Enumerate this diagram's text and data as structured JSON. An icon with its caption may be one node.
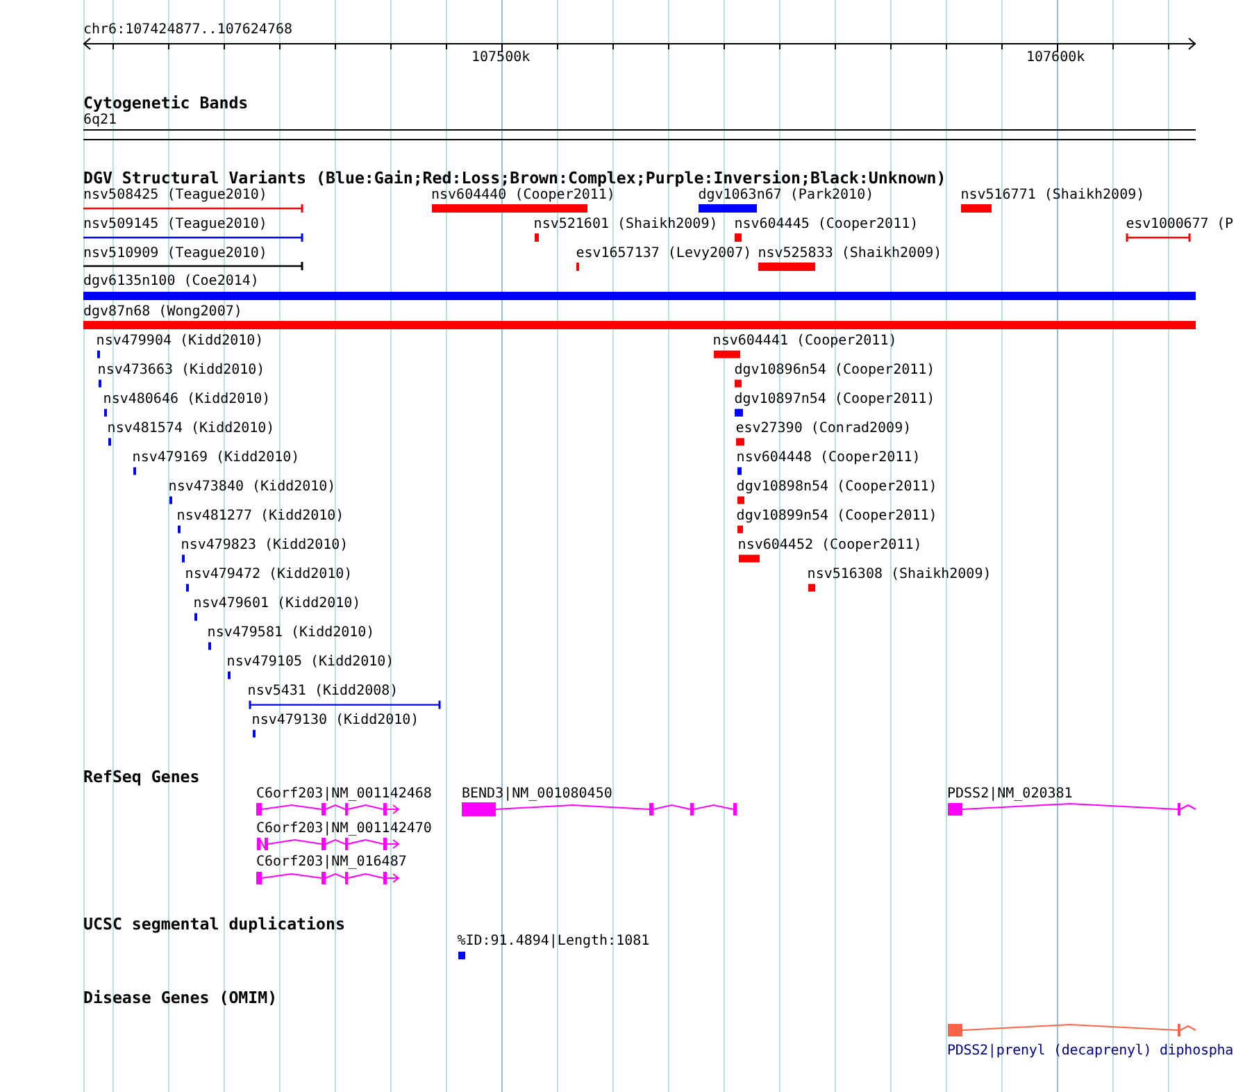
{
  "diagram": {
    "labels": [
      "chr6:107424877..107624768",
      "107500k",
      "107600k",
      "Cytogenetic Bands",
      "6q21",
      "DGV Structural Variants (Blue:Gain;Red:Loss;Brown:Complex;Purple:Inversion;Black:Unknown)",
      "nsv508425 (Teague2010)",
      "nsv604440 (Cooper2011)",
      "dgv1063n67 (Park2010)",
      "nsv516771 (Shaikh2009)",
      "nsv509145 (Teague2010)",
      "nsv521601 (Shaikh2009)",
      "nsv604445 (Cooper2011)",
      "esv1000677 (P",
      "nsv510909 (Teague2010)",
      "esv1657137 (Levy2007)",
      "nsv525833 (Shaikh2009)",
      "dgv6135n100 (Coe2014)",
      "dgv87n68 (Wong2007)",
      "nsv479904 (Kidd2010)",
      "nsv604441 (Cooper2011)",
      "nsv473663 (Kidd2010)",
      "dgv10896n54 (Cooper2011)",
      "nsv480646 (Kidd2010)",
      "dgv10897n54 (Cooper2011)",
      "nsv481574 (Kidd2010)",
      "esv27390 (Conrad2009)",
      "nsv479169 (Kidd2010)",
      "nsv604448 (Cooper2011)",
      "nsv473840 (Kidd2010)",
      "dgv10898n54 (Cooper2011)",
      "nsv481277 (Kidd2010)",
      "dgv10899n54 (Cooper2011)",
      "nsv479823 (Kidd2010)",
      "nsv604452 (Cooper2011)",
      "nsv479472 (Kidd2010)",
      "nsv516308 (Shaikh2009)",
      "nsv479601 (Kidd2010)",
      "nsv479581 (Kidd2010)",
      "nsv479105 (Kidd2010)",
      "nsv5431 (Kidd2008)",
      "nsv479130 (Kidd2010)",
      "RefSeq Genes",
      "C6orf203|NM_001142468",
      "BEND3|NM_001080450",
      "PDSS2|NM_020381",
      "C6orf203|NM_001142470",
      "C6orf203|NM_016487",
      "UCSC segmental duplications",
      "%ID:91.4894|Length:1081",
      "Disease Genes (OMIM)",
      "PDSS2|prenyl (decaprenyl) diphospha"
    ]
  }
}
